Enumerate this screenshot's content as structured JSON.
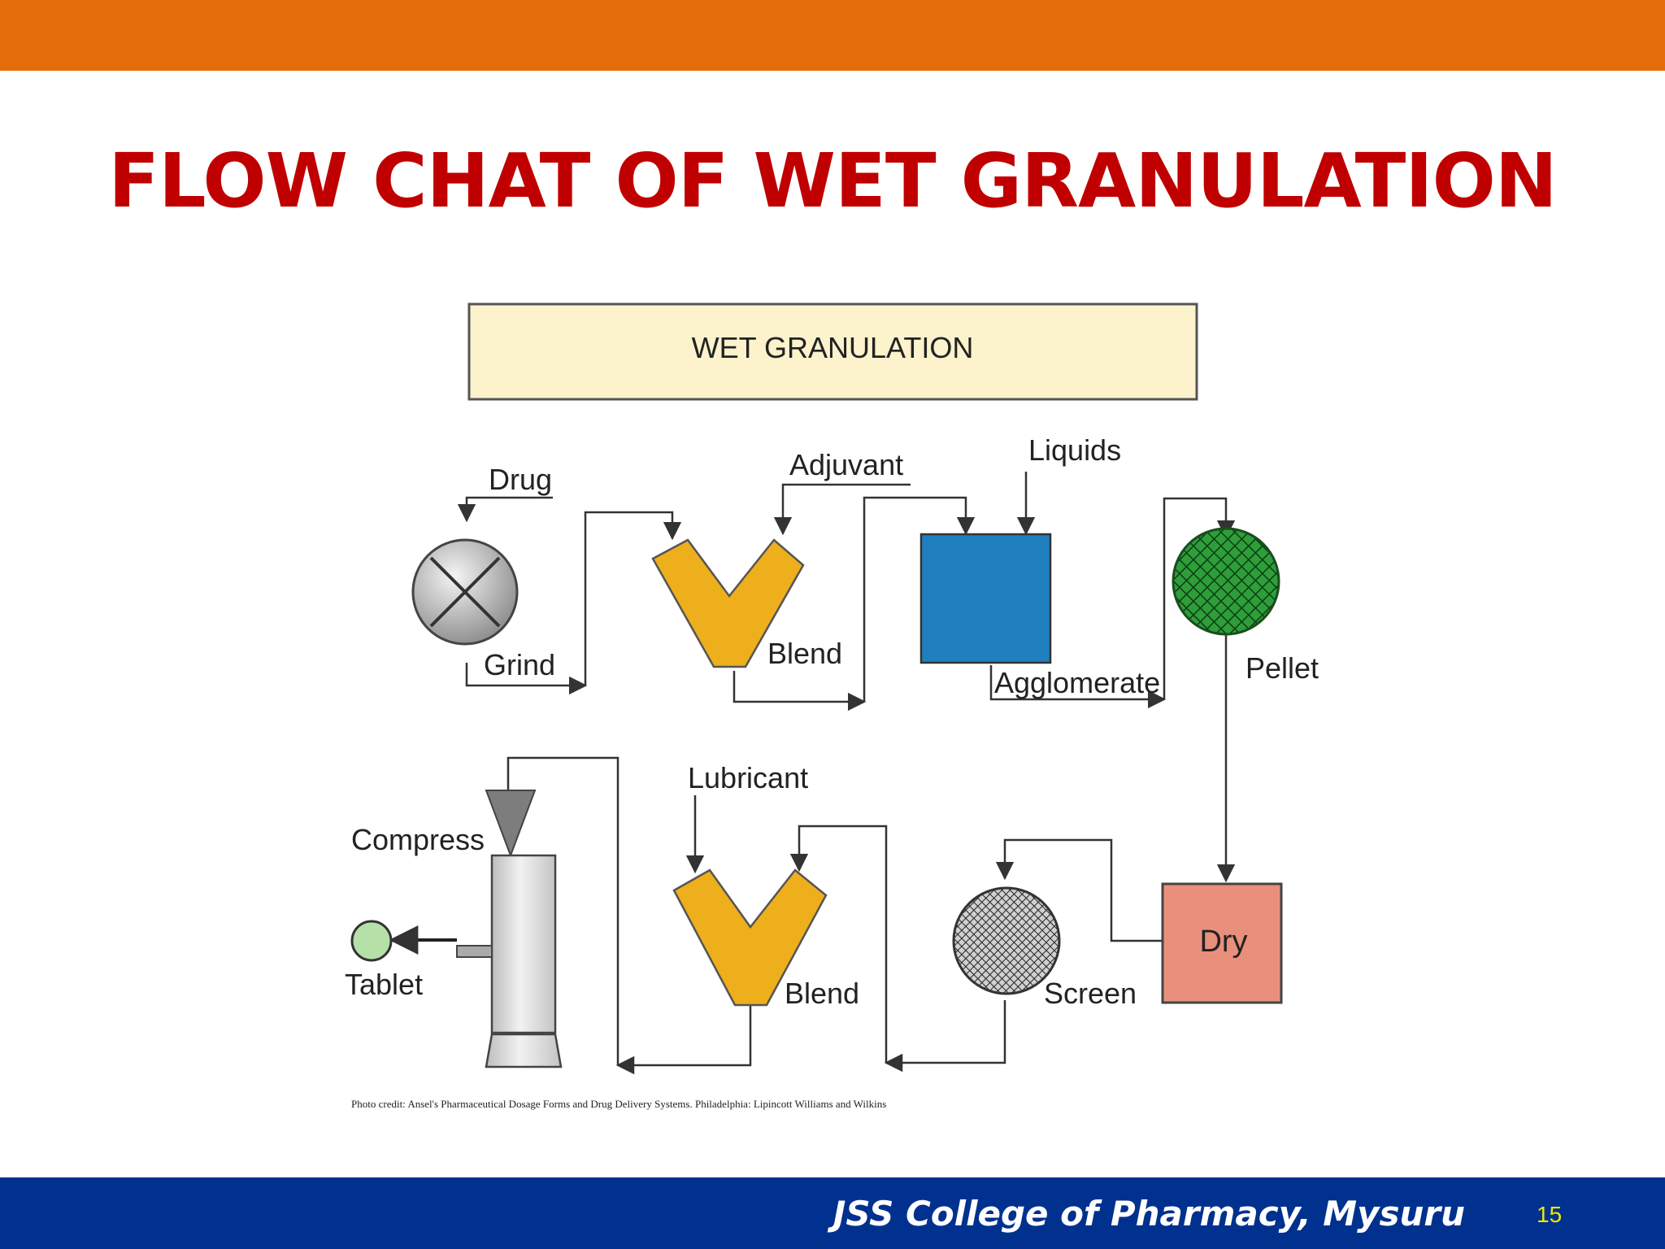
{
  "slide": {
    "title": "FLOW CHAT OF WET GRANULATION",
    "footer": "JSS College of Pharmacy, Mysuru",
    "page_number": "15"
  },
  "diagram": {
    "header": "WET GRANULATION",
    "labels": {
      "drug": "Drug",
      "grind": "Grind",
      "adjuvant": "Adjuvant",
      "blend_1": "Blend",
      "liquids": "Liquids",
      "agglomerate": "Agglomerate",
      "pellet": "Pellet",
      "dry": "Dry",
      "screen": "Screen",
      "lubricant": "Lubricant",
      "blend_2": "Blend",
      "compress": "Compress",
      "tablet": "Tablet"
    },
    "credit": "Photo credit: Ansel's Pharmaceutical Dosage Forms and Drug Delivery Systems. Philadelphia: Lipincott Williams and Wilkins",
    "colors": {
      "header_fill": "#fcf2cc",
      "blend_fill": "#eeaf1c",
      "agglomerate_fill": "#1f7fbf",
      "pellet_fill": "#2e9e3a",
      "dry_fill": "#e8907c",
      "tablet_fill": "#b5e0a8"
    }
  }
}
